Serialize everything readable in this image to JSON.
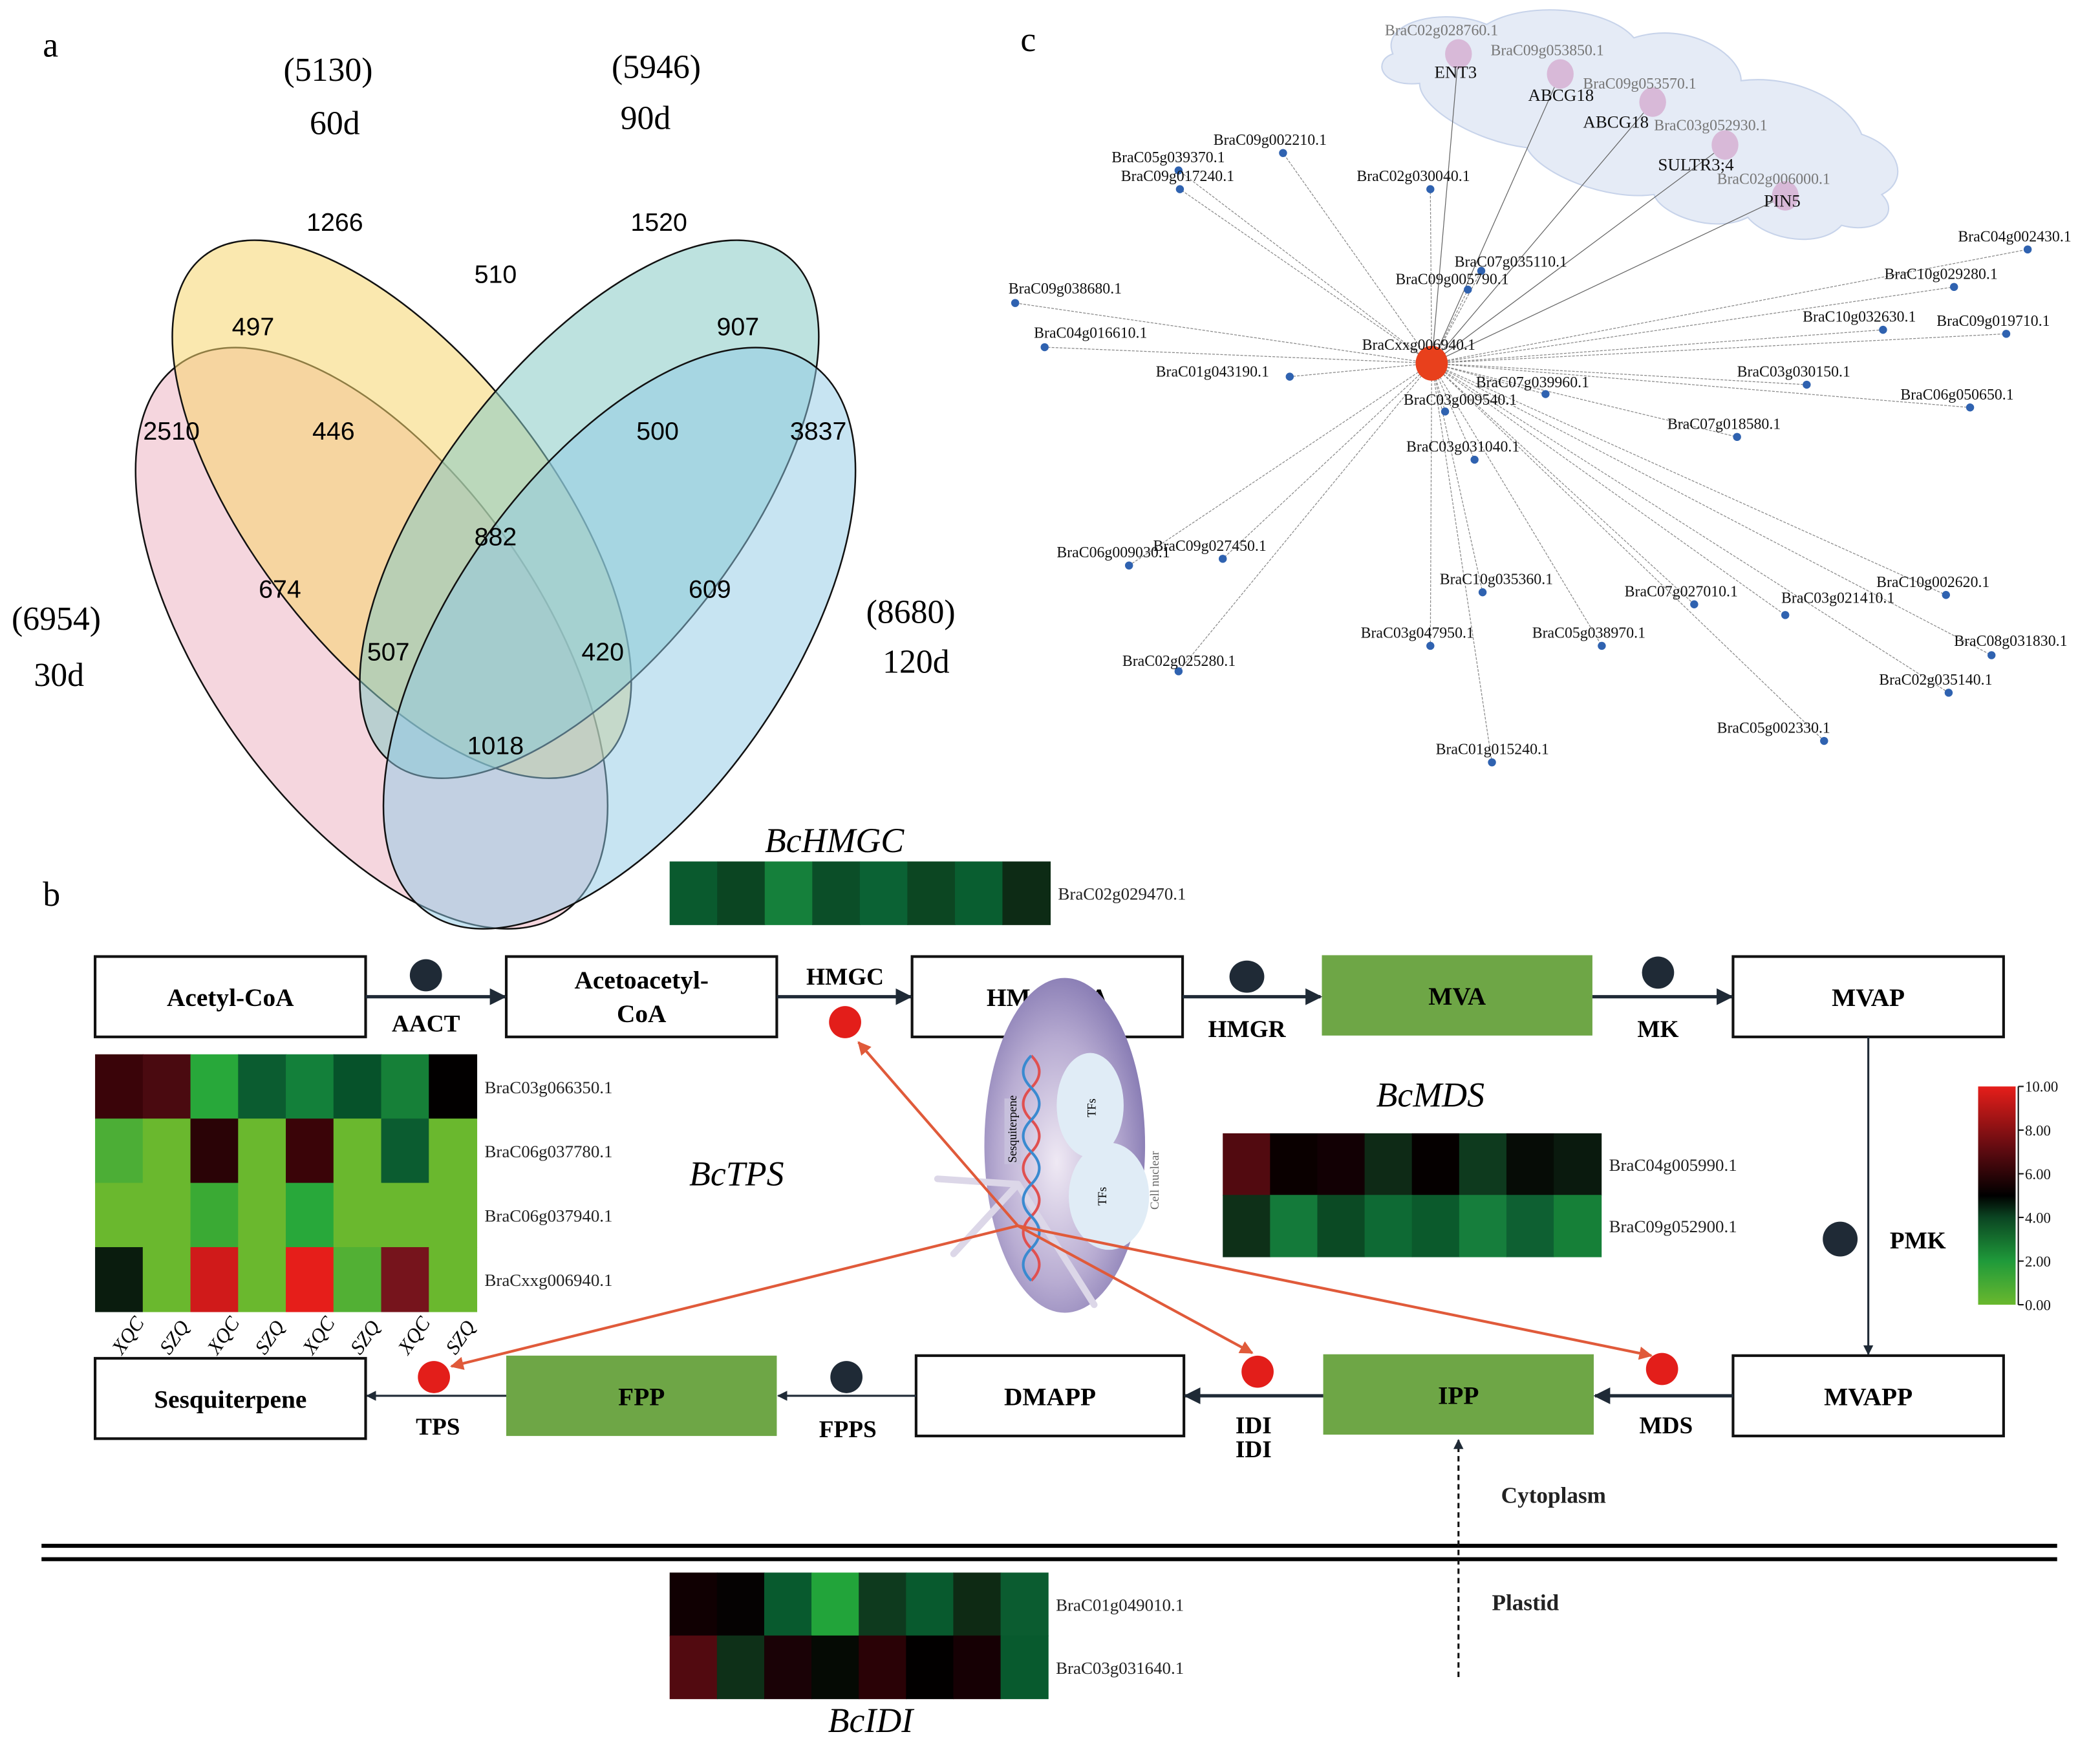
{
  "panels": {
    "a": "a",
    "b": "b",
    "c": "c"
  },
  "venn": {
    "sets": [
      {
        "name": "30d",
        "total": "(6954)",
        "color": "#e8a3b5"
      },
      {
        "name": "60d",
        "total": "(5130)",
        "color": "#f5d66e"
      },
      {
        "name": "90d",
        "total": "(5946)",
        "color": "#86cbc5"
      },
      {
        "name": "120d",
        "total": "(8680)",
        "color": "#8fc9e6"
      }
    ],
    "regions": {
      "only_30d": "2510",
      "only_60d": "1266",
      "only_90d": "1520",
      "only_120d": "3837",
      "30d_60d": "497",
      "60d_90d": "510",
      "90d_120d": "907",
      "30d_60d_90d": "446",
      "60d_90d_120d": "500",
      "all": "882",
      "30d_90d": "674",
      "60d_120d": "609",
      "30d_90d_120d": "507",
      "30d_60d_120d": "420",
      "30d_120d": "1018"
    }
  },
  "network": {
    "hub": {
      "id": "BraCxxg006940.1",
      "color": "#e8401c"
    },
    "cloud_nodes": [
      {
        "id": "BraC02g028760.1",
        "gene": "ENT3"
      },
      {
        "id": "BraC09g053850.1",
        "gene": "ABCG18"
      },
      {
        "id": "BraC09g053570.1",
        "gene": "ABCG18"
      },
      {
        "id": "BraC03g052930.1",
        "gene": "SULTR3;4"
      },
      {
        "id": "BraC02g006000.1",
        "gene": "PIN5"
      }
    ],
    "nodes": [
      "BraC09g002210.1",
      "BraC05g039370.1",
      "BraC09g017240.1",
      "BraC02g030040.1",
      "BraC07g035110.1",
      "BraC09g005790.1",
      "BraC09g038680.1",
      "BraC04g016610.1",
      "BraC01g043190.1",
      "BraC07g039960.1",
      "BraC03g009540.1",
      "BraC04g002430.1",
      "BraC10g029280.1",
      "BraC10g032630.1",
      "BraC09g019710.1",
      "BraC03g030150.1",
      "BraC06g050650.1",
      "BraC07g018580.1",
      "BraC03g031040.1",
      "BraC09g027450.1",
      "BraC06g009030.1",
      "BraC10g035360.1",
      "BraC07g027010.1",
      "BraC10g002620.1",
      "BraC03g021410.1",
      "BraC03g047950.1",
      "BraC05g038970.1",
      "BraC08g031830.1",
      "BraC02g025280.1",
      "BraC02g035140.1",
      "BraC05g002330.1",
      "BraC01g015240.1"
    ],
    "node_color": "#2f62b0",
    "cloud_node_color": "#d8b9d8"
  },
  "pathway": {
    "metabolites": {
      "acetyl_coa": "Acetyl-CoA",
      "acetoacetyl_coa_1": "Acetoacetyl-",
      "acetoacetyl_coa_2": "CoA",
      "hmg_coa": "HMG-CoA",
      "mva": "MVA",
      "mvap": "MVAP",
      "mvapp": "MVAPP",
      "ipp": "IPP",
      "dmapp": "DMAPP",
      "fpp": "FPP",
      "sesquiterpene": "Sesquiterpene"
    },
    "enzymes": {
      "aact": "AACT",
      "hmgc": "HMGC",
      "hmgr": "HMGR",
      "mk": "MK",
      "pmk": "PMK",
      "mds": "MDS",
      "idi_1": "IDI",
      "idi_2": "IDI",
      "fpps": "FPPS",
      "tps": "TPS"
    },
    "regions": {
      "cytoplasm": "Cytoplasm",
      "plastid": "Plastid"
    },
    "nucleus": {
      "label": "Cell nuclear",
      "tf1": "TFs",
      "tf2": "TFs",
      "product": "Sesquiterpene"
    },
    "highlight_color": "#6ea646",
    "regulated_color": "#e31e1a",
    "enzyme_dot_color": "#1f2a36"
  },
  "heatmaps": {
    "columns": [
      "XQC",
      "SZQ",
      "XQC",
      "SZQ",
      "XQC",
      "SZQ",
      "XQC",
      "SZQ"
    ],
    "hmgc": {
      "title": "BcHMGC",
      "rows": [
        {
          "gene": "BraC02g029470.1",
          "colors": [
            "#0a5a2e",
            "#0b4522",
            "#15803b",
            "#0b4e28",
            "#0b6234",
            "#0c4622",
            "#095e30",
            "#0d2b15"
          ]
        }
      ]
    },
    "tps": {
      "title": "BcTPS",
      "rows": [
        {
          "gene": "BraC03g066350.1",
          "colors": [
            "#3a0409",
            "#4a0a10",
            "#28a83a",
            "#0b5c30",
            "#13803a",
            "#06522a",
            "#168038",
            "#020000"
          ]
        },
        {
          "gene": "BraC06g037780.1",
          "colors": [
            "#4cae36",
            "#6ab82e",
            "#2a0306",
            "#6ab82e",
            "#3a0408",
            "#6ab82e",
            "#0b5c30",
            "#6ab82e"
          ]
        },
        {
          "gene": "BraC06g037940.1",
          "colors": [
            "#6ab82e",
            "#6ab82e",
            "#3aaa34",
            "#6ab82e",
            "#28a83a",
            "#6ab82e",
            "#6ab82e",
            "#6ab82e"
          ]
        },
        {
          "gene": "BraCxxg006940.1",
          "colors": [
            "#0a1c0e",
            "#6ab82e",
            "#d01a1a",
            "#6ab82e",
            "#e61e1a",
            "#52b034",
            "#76141c",
            "#6ab82e"
          ]
        }
      ]
    },
    "mds": {
      "title": "BcMDS",
      "rows": [
        {
          "gene": "BraC04g005990.1",
          "colors": [
            "#520a10",
            "#0a0000",
            "#120004",
            "#0e2a16",
            "#050000",
            "#0e3a1e",
            "#060c06",
            "#0a1a0e"
          ]
        },
        {
          "gene": "BraC09g052900.1",
          "colors": [
            "#0e3018",
            "#147a3a",
            "#0b4a24",
            "#0e6a34",
            "#0b5a2c",
            "#167e3c",
            "#0e6032",
            "#168038"
          ]
        }
      ]
    },
    "idi": {
      "title": "BcIDI",
      "rows": [
        {
          "gene": "BraC01g049010.1",
          "colors": [
            "#100002",
            "#050202",
            "#085a2e",
            "#22a43a",
            "#0e3a1e",
            "#085a2e",
            "#0e2a14",
            "#0b5c30"
          ]
        },
        {
          "gene": "BraC03g031640.1",
          "colors": [
            "#520a10",
            "#0e3018",
            "#1a0206",
            "#050a04",
            "#2a0206",
            "#020000",
            "#160004",
            "#085a2e"
          ]
        }
      ]
    },
    "colorbar": {
      "ticks": [
        "10.00",
        "8.00",
        "6.00",
        "4.00",
        "2.00",
        "0.00"
      ],
      "min": 0,
      "max": 10,
      "colors": [
        "#6ab82e",
        "#1f9a3a",
        "#0b4522",
        "#000000",
        "#5a0a10",
        "#e61e1a"
      ]
    }
  }
}
